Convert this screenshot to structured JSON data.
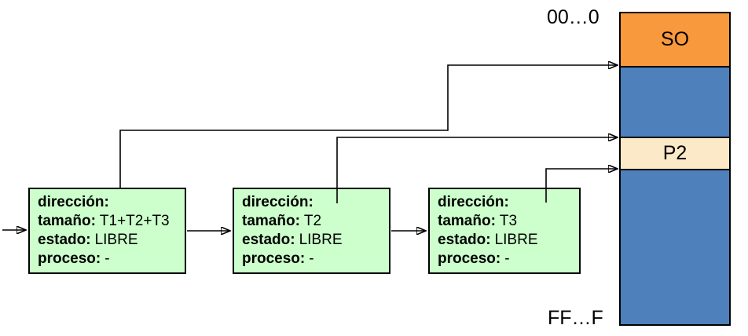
{
  "memory_map": {
    "address_top_label": "00…0",
    "address_bottom_label": "FF…F",
    "segments": [
      {
        "name": "so",
        "label": "SO",
        "color": "#F8993D"
      },
      {
        "name": "free-block-1",
        "label": "",
        "color": "#4E80BC"
      },
      {
        "name": "p2",
        "label": "P2",
        "color": "#FCE9C8"
      },
      {
        "name": "free-block-2",
        "label": "",
        "color": "#4E80BC"
      }
    ]
  },
  "free_list_nodes": [
    {
      "rows": [
        {
          "label": "dirección:",
          "value": ""
        },
        {
          "label": "tamaño:",
          "value": "T1+T2+T3"
        },
        {
          "label": "estado:",
          "value": "LIBRE"
        },
        {
          "label": "proceso:",
          "value": "-"
        }
      ]
    },
    {
      "rows": [
        {
          "label": "dirección:",
          "value": ""
        },
        {
          "label": "tamaño:",
          "value": "T2"
        },
        {
          "label": "estado:",
          "value": "LIBRE"
        },
        {
          "label": "proceso:",
          "value": "-"
        }
      ]
    },
    {
      "rows": [
        {
          "label": "dirección:",
          "value": ""
        },
        {
          "label": "tamaño:",
          "value": "T3"
        },
        {
          "label": "estado:",
          "value": "LIBRE"
        },
        {
          "label": "proceso:",
          "value": "-"
        }
      ]
    }
  ],
  "colors": {
    "node_fill": "#CCFFCC",
    "memory_orange": "#F8993D",
    "memory_blue": "#4E80BC",
    "memory_peach": "#FCE9C8",
    "line": "#000000"
  }
}
